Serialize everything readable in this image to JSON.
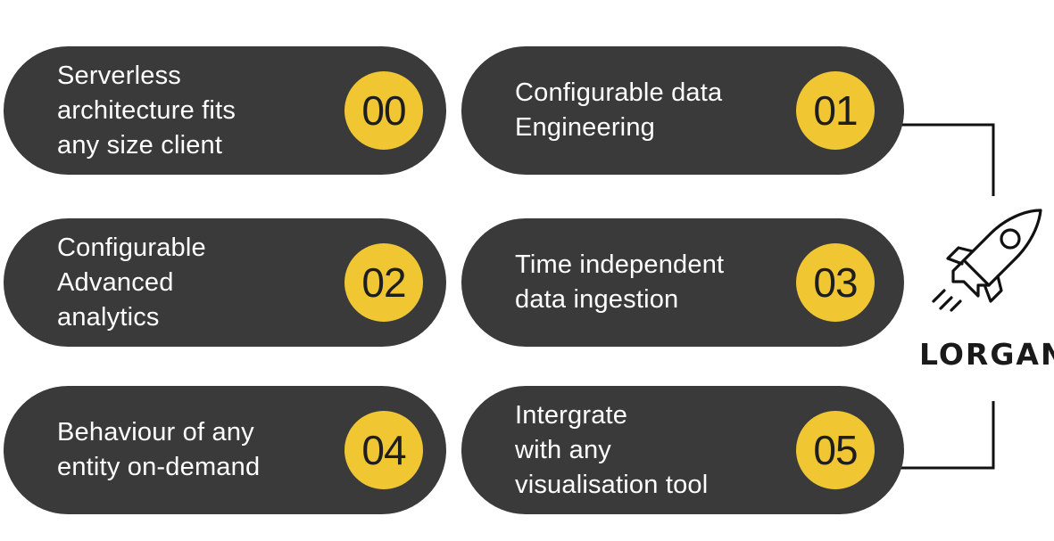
{
  "cards": [
    {
      "number": "00",
      "lines": [
        "Serverless",
        "architecture fits",
        "any size client"
      ]
    },
    {
      "number": "01",
      "lines": [
        "Configurable data",
        "Engineering"
      ]
    },
    {
      "number": "02",
      "lines": [
        "Configurable",
        "Advanced",
        "analytics"
      ]
    },
    {
      "number": "03",
      "lines": [
        "Time independent",
        "data ingestion"
      ]
    },
    {
      "number": "04",
      "lines": [
        "Behaviour of any",
        "entity on-demand"
      ]
    },
    {
      "number": "05",
      "lines": [
        "Intergrate",
        "with any",
        "visualisation tool"
      ]
    }
  ],
  "brand": {
    "name": "LORGAN",
    "icon": "rocket-icon"
  },
  "colors": {
    "card_background": "#3a3a3a",
    "badge": "#f0c632",
    "card_text": "#ffffff",
    "line": "#111111"
  }
}
